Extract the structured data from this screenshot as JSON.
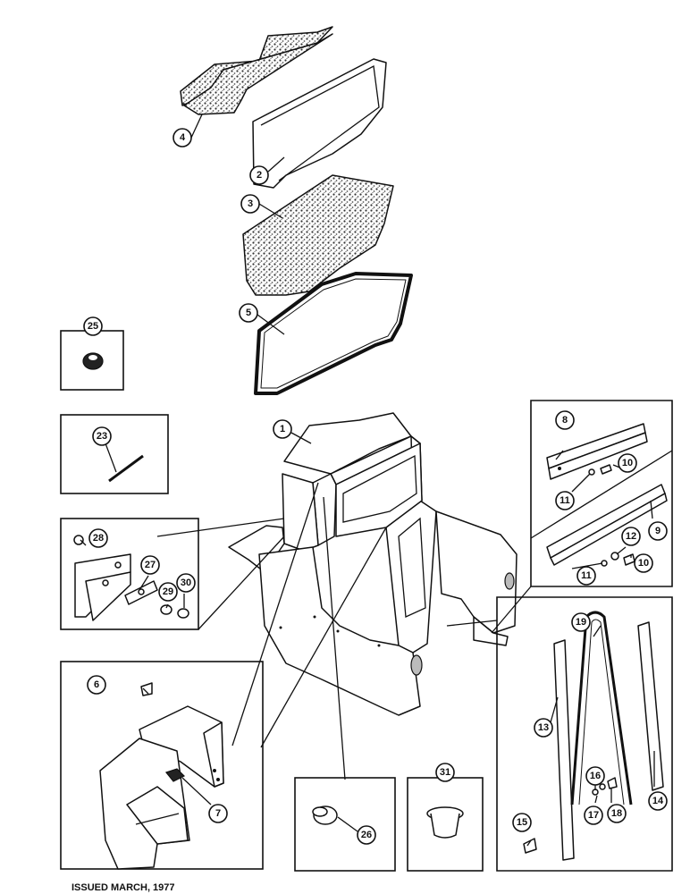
{
  "footer": {
    "issued_text": "ISSUED MARCH, 1977"
  },
  "callouts": [
    {
      "id": "c1",
      "label": "1"
    },
    {
      "id": "c2",
      "label": "2"
    },
    {
      "id": "c3",
      "label": "3"
    },
    {
      "id": "c4",
      "label": "4"
    },
    {
      "id": "c5",
      "label": "5"
    },
    {
      "id": "c6",
      "label": "6"
    },
    {
      "id": "c7",
      "label": "7"
    },
    {
      "id": "c8",
      "label": "8"
    },
    {
      "id": "c9",
      "label": "9"
    },
    {
      "id": "c10a",
      "label": "10"
    },
    {
      "id": "c10b",
      "label": "10"
    },
    {
      "id": "c11a",
      "label": "11"
    },
    {
      "id": "c11b",
      "label": "11"
    },
    {
      "id": "c12",
      "label": "12"
    },
    {
      "id": "c13",
      "label": "13"
    },
    {
      "id": "c14",
      "label": "14"
    },
    {
      "id": "c15",
      "label": "15"
    },
    {
      "id": "c16",
      "label": "16"
    },
    {
      "id": "c17",
      "label": "17"
    },
    {
      "id": "c18",
      "label": "18"
    },
    {
      "id": "c19",
      "label": "19"
    },
    {
      "id": "c23",
      "label": "23"
    },
    {
      "id": "c25",
      "label": "25"
    },
    {
      "id": "c26",
      "label": "26"
    },
    {
      "id": "c27",
      "label": "27"
    },
    {
      "id": "c28",
      "label": "28"
    },
    {
      "id": "c29",
      "label": "29"
    },
    {
      "id": "c30",
      "label": "30"
    },
    {
      "id": "c31",
      "label": "31"
    }
  ],
  "colors": {
    "ink": "#111111",
    "texture": "#bbbbbb",
    "paper": "#ffffff"
  }
}
